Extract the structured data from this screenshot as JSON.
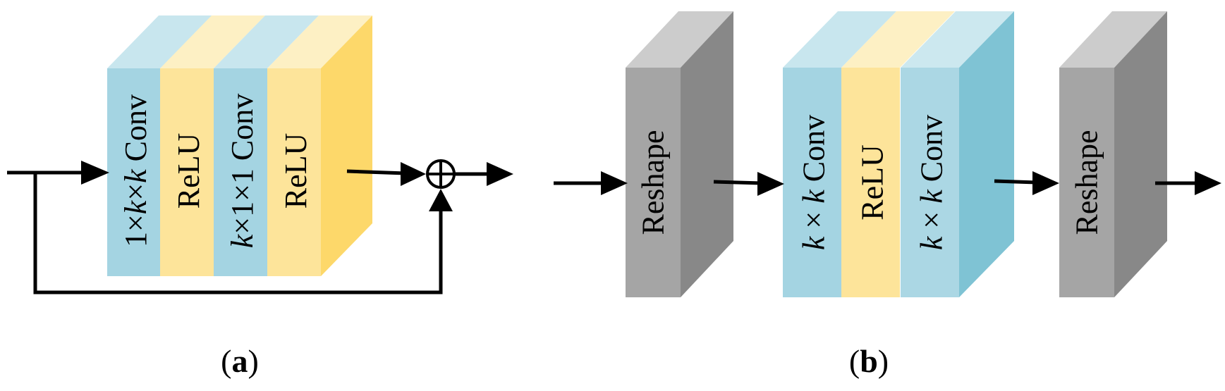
{
  "colors": {
    "conv_front": "#a4d4e2",
    "conv_top": "#c8e6ee",
    "conv_side": "#7fc3d4",
    "relu_front": "#fde49a",
    "relu_top": "#fdf0c4",
    "relu_side": "#fdd86a",
    "reshape_front": "#a5a5a5",
    "reshape_top": "#cccccc",
    "reshape_side": "#888888",
    "line": "#000000"
  },
  "panel_a": {
    "layers": [
      {
        "kind": "conv",
        "text_parts": [
          [
            "1",
            false
          ],
          [
            "×",
            false
          ],
          [
            "k",
            true
          ],
          [
            "×",
            false
          ],
          [
            "k",
            true
          ],
          [
            " Conv",
            false
          ]
        ]
      },
      {
        "kind": "relu",
        "text_parts": [
          [
            "ReLU",
            false
          ]
        ]
      },
      {
        "kind": "conv",
        "text_parts": [
          [
            "k",
            true
          ],
          [
            "×",
            false
          ],
          [
            "1",
            false
          ],
          [
            "×",
            false
          ],
          [
            "1",
            false
          ],
          [
            " Conv",
            false
          ]
        ]
      },
      {
        "kind": "relu",
        "text_parts": [
          [
            "ReLU",
            false
          ]
        ]
      }
    ],
    "sum_symbol": "⊕",
    "caption": {
      "open": "(",
      "letter": "a",
      "close": ")"
    }
  },
  "panel_b": {
    "reshape_label": "Reshape",
    "layers": [
      {
        "kind": "conv",
        "text_parts": [
          [
            "k",
            true
          ],
          [
            " × ",
            false
          ],
          [
            "k",
            true
          ],
          [
            " Conv",
            false
          ]
        ]
      },
      {
        "kind": "relu",
        "text_parts": [
          [
            "ReLU",
            false
          ]
        ]
      },
      {
        "kind": "conv",
        "text_parts": [
          [
            "k",
            true
          ],
          [
            " × ",
            false
          ],
          [
            "k",
            true
          ],
          [
            " Conv",
            false
          ]
        ]
      }
    ],
    "caption": {
      "open": "(",
      "letter": "b",
      "close": ")"
    }
  }
}
